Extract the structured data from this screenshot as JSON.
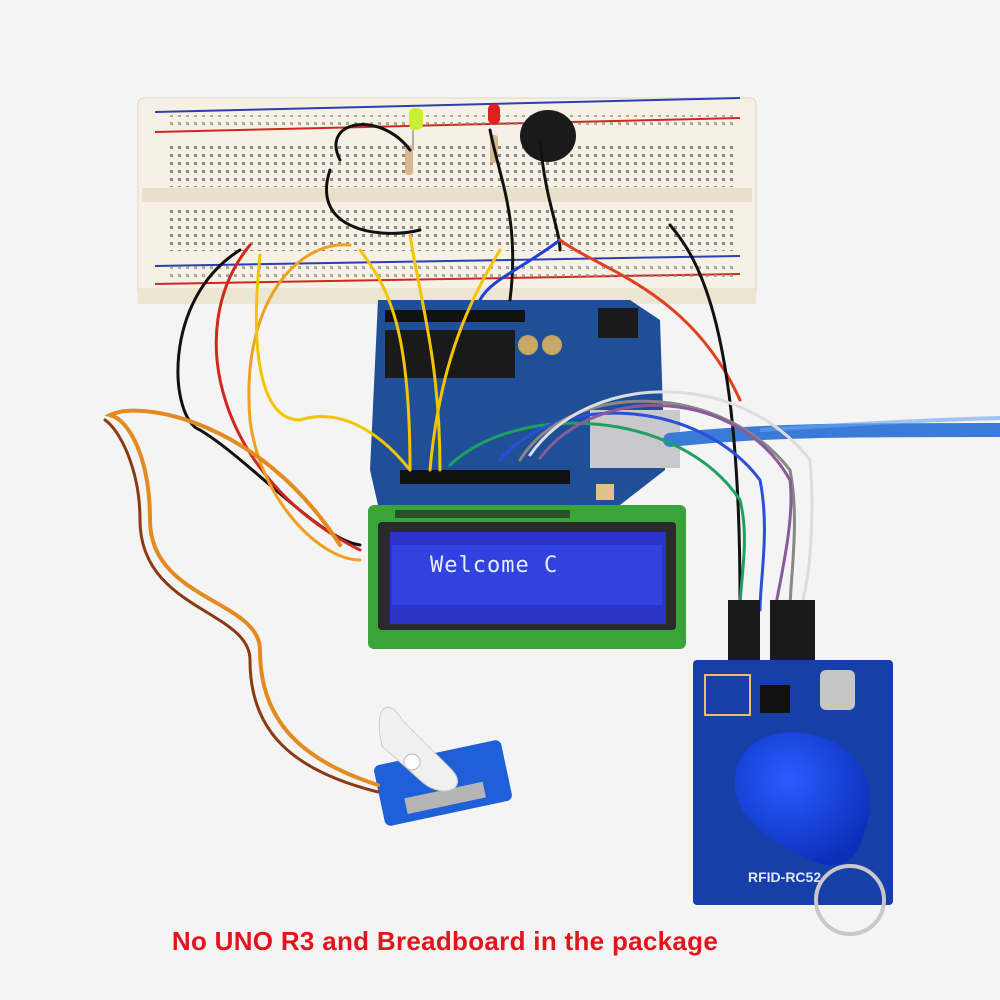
{
  "lcd": {
    "text": "Welcome C"
  },
  "rfid": {
    "label": "RFID-RC52"
  },
  "caption": "No UNO R3 and Breadboard in the package"
}
